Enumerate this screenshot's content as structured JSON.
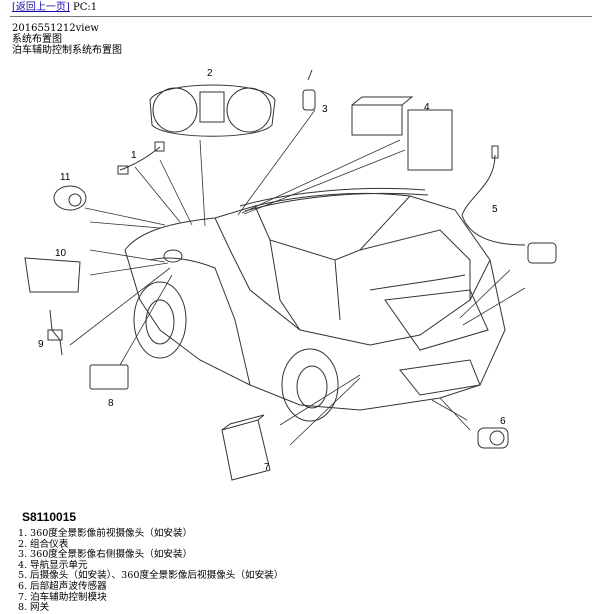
{
  "nav": {
    "back_link": "[返回上一页]",
    "page_code": "PC:1"
  },
  "header": {
    "doc_id": "2016551212view",
    "section": "系统布置图",
    "title": "泊车辅助控制系统布置图"
  },
  "figure": {
    "code": "S8110015",
    "callouts": [
      "1",
      "2",
      "3",
      "4",
      "5",
      "6",
      "7",
      "8",
      "9",
      "10",
      "11"
    ]
  },
  "legend": [
    {
      "n": "1.",
      "text": "360度全景影像前视摄像头（如安装）"
    },
    {
      "n": "2.",
      "text": "组合仪表"
    },
    {
      "n": "3.",
      "text": "360度全景影像右侧摄像头（如安装）"
    },
    {
      "n": "4.",
      "text": "导航显示单元"
    },
    {
      "n": "5.",
      "text": "后摄像头（如安装）、360度全景影像后视摄像头（如安装）"
    },
    {
      "n": "6.",
      "text": "后部超声波传感器"
    },
    {
      "n": "7.",
      "text": "泊车辅助控制模块"
    },
    {
      "n": "8.",
      "text": "网关"
    }
  ]
}
